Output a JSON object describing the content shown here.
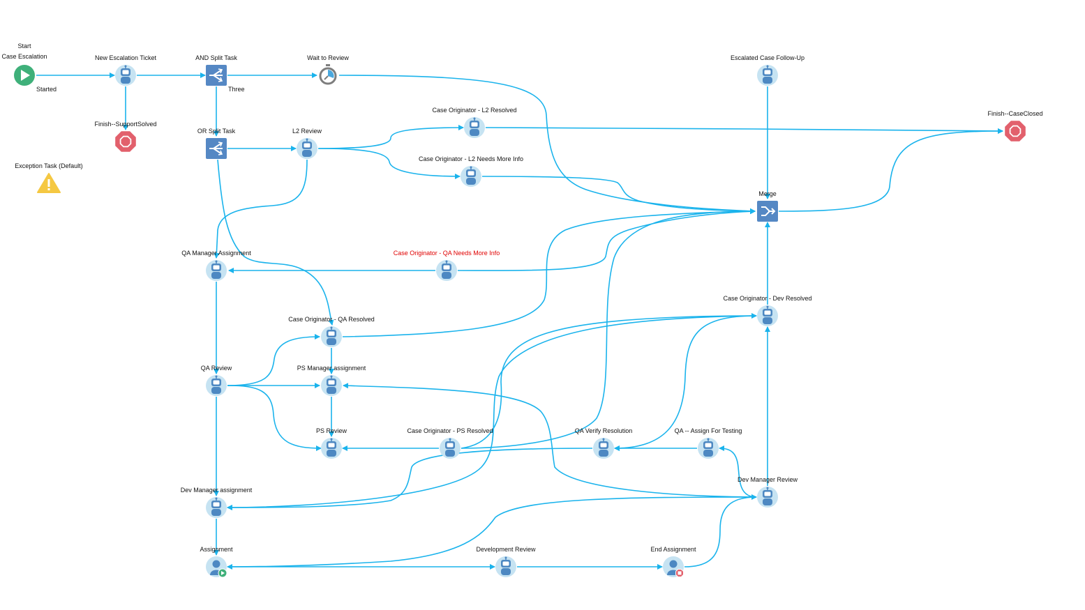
{
  "colors": {
    "edge": "#1ab3ec",
    "node_circle": "#c6e3f2",
    "node_body": "#4d88c2",
    "gateway": "#5588c4",
    "start": "#3fb07a",
    "end": "#e2606c",
    "warning": "#f5c842",
    "timer": "#7e7e7e",
    "label_alert": "#e00000",
    "label": "#111111"
  },
  "nodes": [
    {
      "id": "start",
      "type": "start",
      "icon": "play-icon",
      "label": "Start",
      "label2": "Case Escalation"
    },
    {
      "id": "new_ticket",
      "type": "bot",
      "icon": "robot-icon",
      "label": "New Escalation Ticket"
    },
    {
      "id": "and_split",
      "type": "gateway-split",
      "icon": "split-arrows-icon",
      "label": "AND Split Task"
    },
    {
      "id": "wait_review",
      "type": "timer",
      "icon": "stopwatch-icon",
      "label": "Wait to Review"
    },
    {
      "id": "escalated_followup",
      "type": "bot",
      "icon": "robot-icon",
      "label": "Escalated Case Follow-Up"
    },
    {
      "id": "finish_support",
      "type": "end",
      "icon": "stop-octagon-icon",
      "label": "Finish--SupportSolved"
    },
    {
      "id": "or_split",
      "type": "gateway-split",
      "icon": "split-arrows-icon",
      "label": "OR Split Task"
    },
    {
      "id": "l2_review",
      "type": "bot",
      "icon": "robot-icon",
      "label": "L2 Review"
    },
    {
      "id": "co_l2_resolved",
      "type": "bot",
      "icon": "robot-icon",
      "label": "Case Originator - L2 Resolved"
    },
    {
      "id": "co_l2_needs",
      "type": "bot",
      "icon": "robot-icon",
      "label": "Case Originator -  L2 Needs More Info"
    },
    {
      "id": "finish_closed",
      "type": "end",
      "icon": "stop-octagon-icon",
      "label": "Finish--CaseClosed"
    },
    {
      "id": "exception",
      "type": "warning",
      "icon": "warning-icon",
      "label": "Exception Task (Default)"
    },
    {
      "id": "merge",
      "type": "gateway-merge",
      "icon": "merge-arrows-icon",
      "label": "Merge"
    },
    {
      "id": "qa_manager",
      "type": "bot",
      "icon": "robot-icon",
      "label": "QA Manager Assignment"
    },
    {
      "id": "co_qa_needs",
      "type": "bot",
      "icon": "robot-icon",
      "label": "Case Originator - QA Needs More Info",
      "alert": true
    },
    {
      "id": "co_dev_resolved",
      "type": "bot",
      "icon": "robot-icon",
      "label": "Case Originator - Dev Resolved"
    },
    {
      "id": "co_qa_resolved",
      "type": "bot",
      "icon": "robot-icon",
      "label": "Case Originator - QA Resolved"
    },
    {
      "id": "qa_review",
      "type": "bot",
      "icon": "robot-icon",
      "label": "QA Review"
    },
    {
      "id": "ps_manager",
      "type": "bot",
      "icon": "robot-icon",
      "label": "PS Manager assignment"
    },
    {
      "id": "ps_review",
      "type": "bot",
      "icon": "robot-icon",
      "label": "PS Review"
    },
    {
      "id": "co_ps_resolved",
      "type": "bot",
      "icon": "robot-icon",
      "label": "Case Originator - PS Resolved"
    },
    {
      "id": "qa_verify",
      "type": "bot",
      "icon": "robot-icon",
      "label": "QA Verify Resolution"
    },
    {
      "id": "qa_assign_testing",
      "type": "bot",
      "icon": "robot-icon",
      "label": "QA -- Assign For Testing"
    },
    {
      "id": "dev_manager_review",
      "type": "bot",
      "icon": "robot-icon",
      "label": "Dev Manager Review"
    },
    {
      "id": "dev_manager_assignment",
      "type": "bot",
      "icon": "robot-icon",
      "label": "Dev Manager assignment"
    },
    {
      "id": "assignment",
      "type": "user-start",
      "icon": "user-play-icon",
      "label": "Assignment"
    },
    {
      "id": "development_review",
      "type": "bot",
      "icon": "robot-icon",
      "label": "Development Review"
    },
    {
      "id": "end_assignment",
      "type": "user-end",
      "icon": "user-stop-icon",
      "label": "End Assignment"
    }
  ],
  "edge_labels": [
    {
      "id": "started",
      "text": "Started"
    },
    {
      "id": "three",
      "text": "Three"
    }
  ]
}
